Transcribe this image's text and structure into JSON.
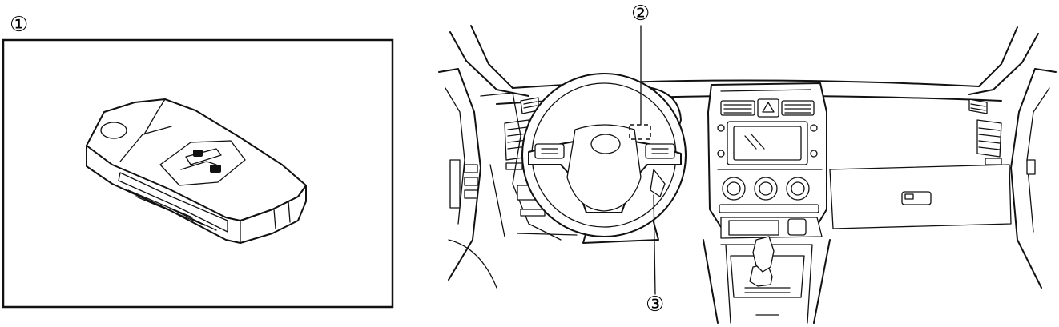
{
  "callouts": {
    "key_fob": "①",
    "start_knob_location": "②",
    "key_slot_location": "③"
  },
  "figures": [
    {
      "id": "key-fob",
      "callout": "①"
    },
    {
      "id": "dashboard",
      "callouts": [
        "②",
        "③"
      ]
    }
  ]
}
